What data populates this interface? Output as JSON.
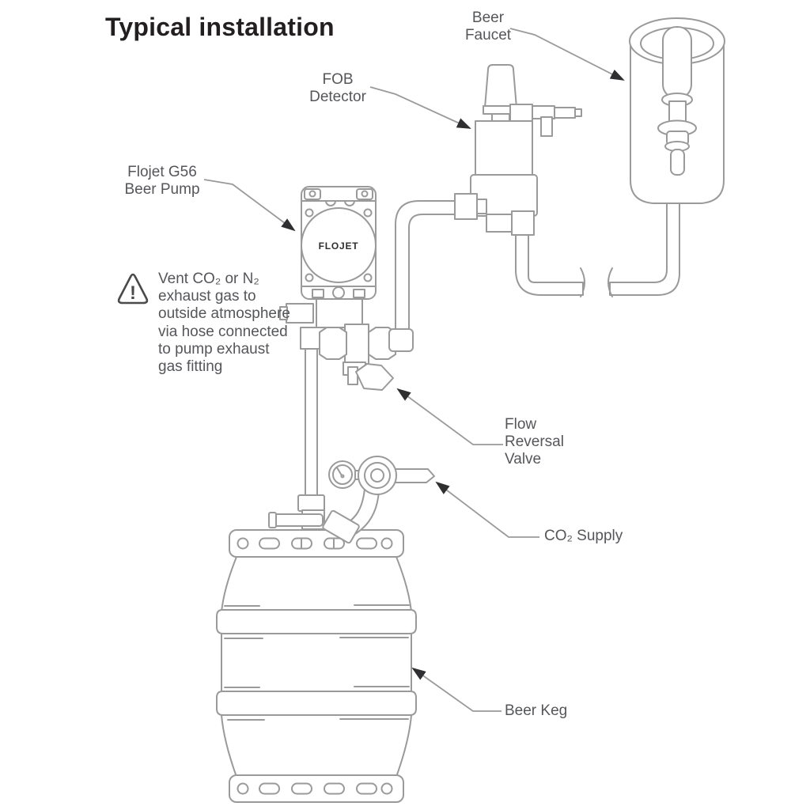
{
  "title": "Typical installation",
  "labels": {
    "beer_faucet": "Beer\nFaucet",
    "fob_detector": "FOB\nDetector",
    "beer_pump": "Flojet G56\nBeer Pump",
    "flow_reversal_valve": "Flow\nReversal\nValve",
    "co2_supply": "CO₂ Supply",
    "beer_keg": "Beer Keg"
  },
  "warning_note": "Vent CO₂ or N₂\nexhaust gas to\noutside atmosphere\nvia hose connected\nto pump exhaust\ngas fitting",
  "equipment": {
    "pump_logo": "FLOJET",
    "warning_icon_mark": "!"
  },
  "colors": {
    "line": "#9a9a9a",
    "label_text": "#55565a",
    "title_text": "#231f20",
    "arrow": "#2f2f31",
    "warn": "#4a4a4c"
  }
}
